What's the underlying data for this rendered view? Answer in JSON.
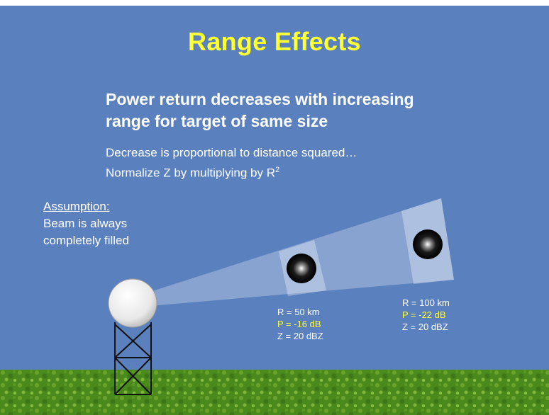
{
  "slide": {
    "title": "Range Effects",
    "heading_line1": "Power return decreases with increasing",
    "heading_line2": "range for target of same size",
    "subtext_line1": "Decrease is proportional to distance squared…",
    "subtext_line2_prefix": "Normalize Z by multiplying by R",
    "subtext_line2_sup": "2",
    "assumption_title": "Assumption:",
    "assumption_line1": "Beam is always",
    "assumption_line2": "completely filled"
  },
  "targets": [
    {
      "range": "R = 50 km",
      "power": "P = -16 dB",
      "reflectivity": "Z = 20 dBZ"
    },
    {
      "range": "R = 100 km",
      "power": "P = -22 dB",
      "reflectivity": "Z = 20 dBZ"
    }
  ],
  "colors": {
    "sky": "#5b80be",
    "title": "#ffff33",
    "power_text": "#ffff33",
    "text": "#ffffff",
    "grass": "#4f8f1f"
  }
}
